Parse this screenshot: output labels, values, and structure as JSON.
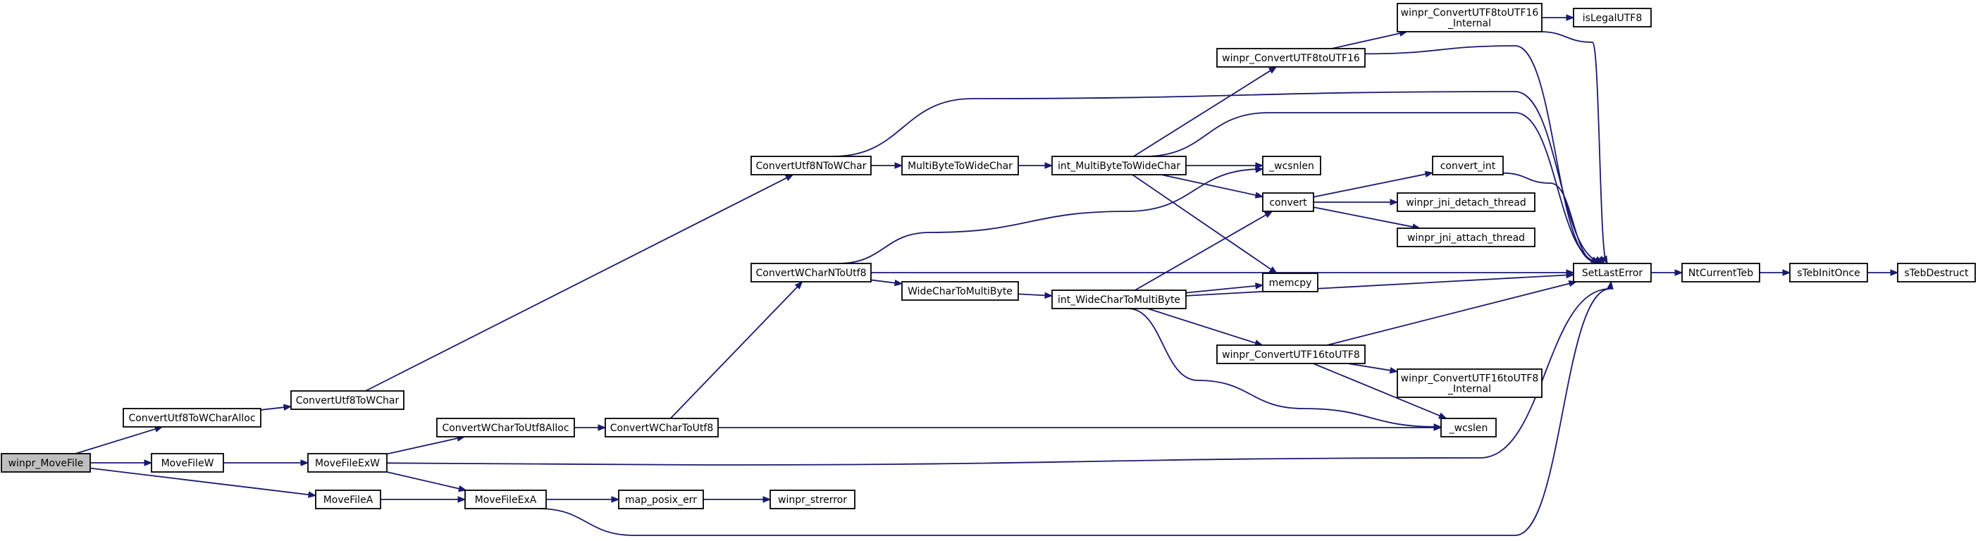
{
  "graph": {
    "nodes": {
      "winpr_MoveFile": "winpr_MoveFile",
      "ConvertUtf8ToWCharAlloc": "ConvertUtf8ToWCharAlloc",
      "ConvertUtf8ToWChar": "ConvertUtf8ToWChar",
      "MoveFileW": "MoveFileW",
      "MoveFileExW": "MoveFileExW",
      "MoveFileA": "MoveFileA",
      "ConvertWCharToUtf8Alloc": "ConvertWCharToUtf8Alloc",
      "MoveFileExA": "MoveFileExA",
      "ConvertWCharToUtf8": "ConvertWCharToUtf8",
      "map_posix_err": "map_posix_err",
      "winpr_strerror": "winpr_strerror",
      "ConvertUtf8NToWChar": "ConvertUtf8NToWChar",
      "ConvertWCharNToUtf8": "ConvertWCharNToUtf8",
      "MultiByteToWideChar": "MultiByteToWideChar",
      "WideCharToMultiByte": "WideCharToMultiByte",
      "int_MultiByteToWideChar": "int_MultiByteToWideChar",
      "int_WideCharToMultiByte": "int_WideCharToMultiByte",
      "winpr_ConvertUTF8toUTF16": "winpr_ConvertUTF8toUTF16",
      "winpr_ConvertUTF8toUTF16_Internal_l1": "winpr_ConvertUTF8toUTF16",
      "winpr_ConvertUTF8toUTF16_Internal_l2": "_Internal",
      "isLegalUTF8": "isLegalUTF8",
      "_wcsnlen": "_wcsnlen",
      "convert": "convert",
      "convert_int": "convert_int",
      "winpr_jni_detach_thread": "winpr_jni_detach_thread",
      "winpr_jni_attach_thread": "winpr_jni_attach_thread",
      "memcpy": "memcpy",
      "winpr_ConvertUTF16toUTF8": "winpr_ConvertUTF16toUTF8",
      "winpr_ConvertUTF16toUTF8_Internal_l1": "winpr_ConvertUTF16toUTF8",
      "winpr_ConvertUTF16toUTF8_Internal_l2": "_Internal",
      "_wcslen": "_wcslen",
      "SetLastError": "SetLastError",
      "NtCurrentTeb": "NtCurrentTeb",
      "sTebInitOnce": "sTebInitOnce",
      "sTebDestruct": "sTebDestruct"
    }
  },
  "colors": {
    "edge": "#191970",
    "root_fill": "#bfbfbf",
    "node_fill": "#ffffff",
    "node_stroke": "#000000"
  }
}
